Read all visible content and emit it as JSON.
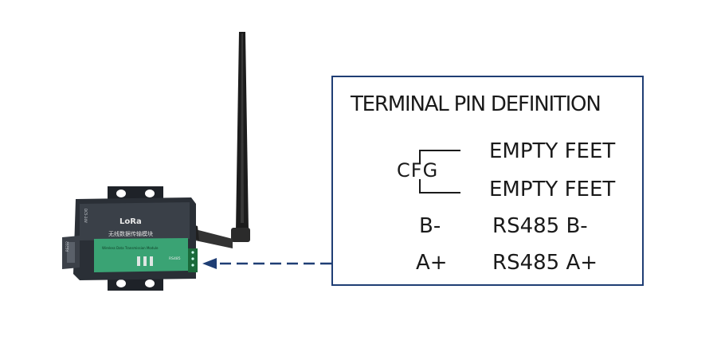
{
  "device": {
    "brand": "LoRa",
    "subtitle_cn": "无线数据传输模块",
    "label_en": "Wireless Data Transmission Module",
    "port_label": "RS485",
    "side_label": "RS232",
    "power_label": "DC5-24V"
  },
  "pin_definition": {
    "title": "TERMINAL PIN DEFINITION",
    "group_label": "CFG",
    "rows": [
      {
        "pin": "",
        "definition": "EMPTY FEET"
      },
      {
        "pin": "",
        "definition": "EMPTY FEET"
      },
      {
        "pin": "B-",
        "definition": "RS485 B-"
      },
      {
        "pin": "A+",
        "definition": "RS485 A+"
      }
    ]
  },
  "colors": {
    "box_border": "#1f3e74",
    "arrow": "#1f3e74",
    "device_body": "#2a2f36",
    "device_label": "#3aa374",
    "antenna": "#1b1b1b"
  }
}
